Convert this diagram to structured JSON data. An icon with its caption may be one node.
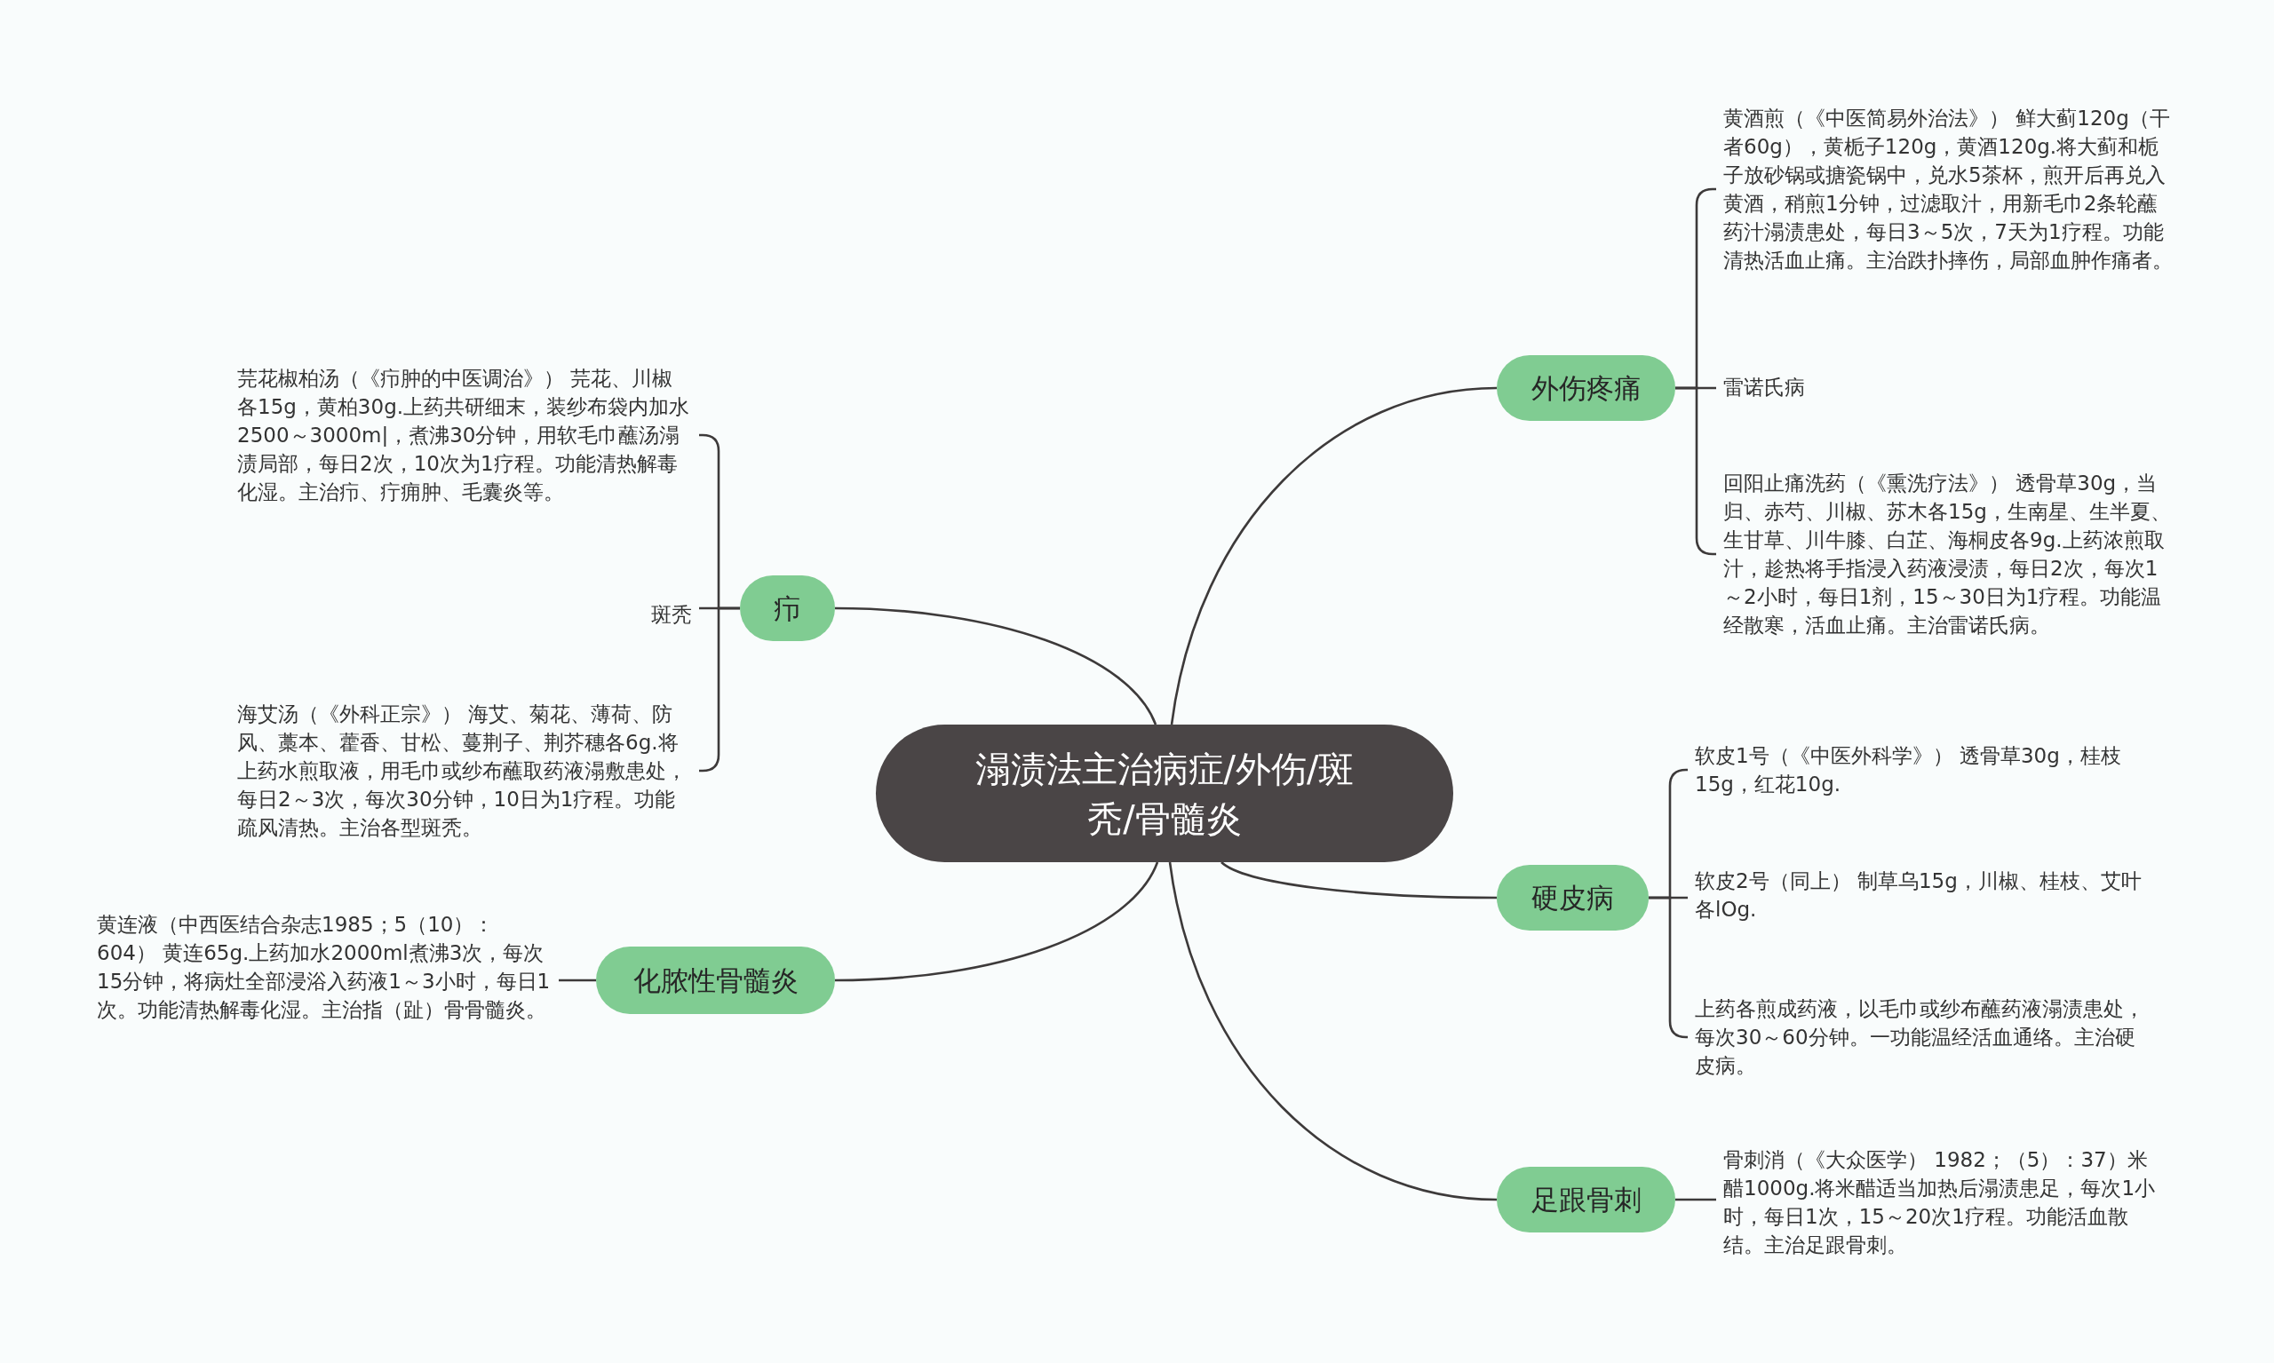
{
  "diagram": {
    "nodes": [
      {
        "text": [
          "溻渍法主治病症/外伤/斑秃/骨髓炎"
        ]
      },
      {
        "text": [
          "外伤疼痛"
        ]
      },
      {
        "text": [
          "黄酒煎（《中医简易外治法》） 鲜大蓟120g（干者60g），黄栀子120g，黄酒120g.将大蓟和栀子放砂锅或搪瓷锅中，兑水5茶杯，煎开后再兑入黄酒，稍煎1分钟，过滤取汁，用新毛巾2条轮蘸药汁溻渍患处，每日3～5次，7天为1疗程。功能清热活血止痛。主治跌扑摔伤，局部血肿作痛者。"
        ]
      },
      {
        "text": [
          "雷诺氏病"
        ]
      },
      {
        "text": [
          "回阳止痛洗药（《熏洗疗法》） 透骨草30g，当归、赤芍、川椒、苏木各15g，生南星、生半夏、生甘草、川牛膝、白芷、海桐皮各9g.上药浓煎取汁，趁热将手指浸入药液浸渍，每日2次，每次1～2小时，每日1剂，15～30日为1疗程。功能温经散寒，活血止痛。主治雷诺氏病。"
        ]
      },
      {
        "text": [
          "硬皮病"
        ]
      },
      {
        "text": [
          "软皮1号（《中医外科学》） 透骨草30g，桂枝15g，红花10g."
        ]
      },
      {
        "text": [
          "软皮2号（同上） 制草乌15g，川椒、桂枝、艾叶各lOg."
        ]
      },
      {
        "text": [
          "上药各煎成药液，以毛巾或纱布蘸药液溻渍患处，每次30～60分钟。一功能温经活血通络。主治硬皮病。"
        ]
      },
      {
        "text": [
          "足跟骨刺"
        ]
      },
      {
        "text": [
          "骨刺消（《大众医学） 1982；（5）：37）米醋1000g.将米醋适当加热后溻渍患足，每次1小时，每日1次，15～20次1疗程。功能活血散结。主治足跟骨刺。"
        ]
      },
      {
        "text": [
          "疖"
        ]
      },
      {
        "text": [
          "芫花椒柏汤（《疖肿的中医调治》） 芫花、川椒各15g，黄柏30g.上药共研细末，装纱布袋内加水2500～3000m|，煮沸30分钟，用软毛巾蘸汤溻渍局部，每日2次，10次为1疗程。功能清热解毒化湿。主治疖、疔痈肿、毛囊炎等。"
        ]
      },
      {
        "text": [
          "斑秃"
        ]
      },
      {
        "text": [
          "海艾汤（《外科正宗》） 海艾、菊花、薄荷、防风、藁本、藿香、甘松、蔓荆子、荆芥穗各6g.将上药水煎取液，用毛巾或纱布蘸取药液溻敷患处，每日2～3次，每次30分钟，10日为1疗程。功能疏风清热。主治各型斑秃。"
        ]
      },
      {
        "text": [
          "化脓性骨髓炎"
        ]
      },
      {
        "text": [
          "黄连液（中西医结合杂志1985；5（10）：604） 黄连65g.上药加水2000ml煮沸3次，每次15分钟，将病灶全部浸浴入药液1～3小时，每日1次。功能清热解毒化湿。主治指（趾）骨骨髓炎。"
        ]
      }
    ],
    "edges": [
      {
        "from": 0,
        "to": 1,
        "arrow": "none"
      },
      {
        "from": 1,
        "to": 2,
        "arrow": "none"
      },
      {
        "from": 1,
        "to": 3,
        "arrow": "none"
      },
      {
        "from": 1,
        "to": 4,
        "arrow": "none"
      },
      {
        "from": 0,
        "to": 5,
        "arrow": "none"
      },
      {
        "from": 5,
        "to": 6,
        "arrow": "none"
      },
      {
        "from": 5,
        "to": 7,
        "arrow": "none"
      },
      {
        "from": 5,
        "to": 8,
        "arrow": "none"
      },
      {
        "from": 0,
        "to": 9,
        "arrow": "none"
      },
      {
        "from": 9,
        "to": 10,
        "arrow": "none"
      },
      {
        "from": 0,
        "to": 11,
        "arrow": "none"
      },
      {
        "from": 11,
        "to": 12,
        "arrow": "none"
      },
      {
        "from": 11,
        "to": 13,
        "arrow": "none"
      },
      {
        "from": 11,
        "to": 14,
        "arrow": "none"
      },
      {
        "from": 0,
        "to": 15,
        "arrow": "none"
      },
      {
        "from": 15,
        "to": 16,
        "arrow": "none"
      }
    ]
  }
}
